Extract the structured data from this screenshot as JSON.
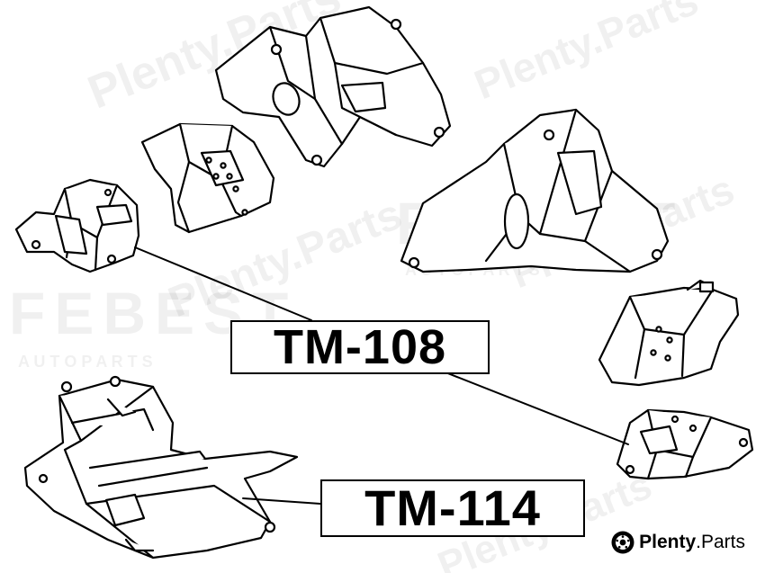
{
  "parts": [
    {
      "id": "tm108",
      "label": "TM-108"
    },
    {
      "id": "tm114",
      "label": "TM-114"
    }
  ],
  "watermarks": {
    "site": "Plenty.Parts",
    "brand": "FEBEST",
    "brand_sub": "A U T O   P A R T S"
  },
  "badge": {
    "name_bold": "Plenty",
    "name_suffix": ".Parts"
  },
  "colors": {
    "ink": "#000000",
    "background": "#ffffff",
    "watermark": "#dcdcdc"
  }
}
